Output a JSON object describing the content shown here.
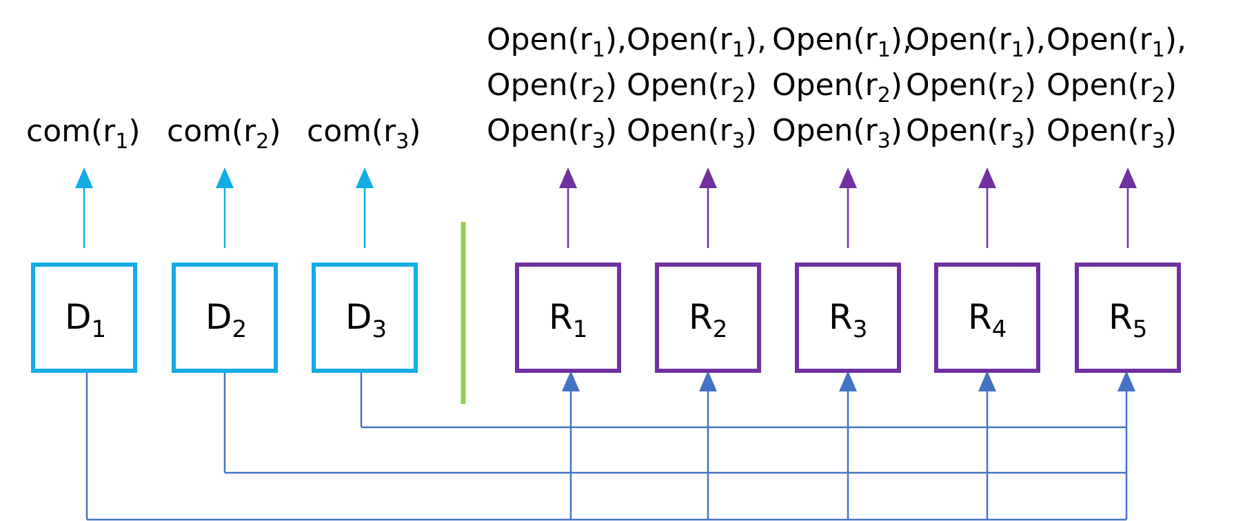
{
  "colors": {
    "dealer": "#12ace6",
    "receiver": "#7030a0",
    "wire": "#4472c4",
    "divider": "#92d050",
    "text": "#000000"
  },
  "dealers": [
    {
      "name": "D",
      "sub": "1",
      "out_pre": "com(r",
      "out_sub": "1",
      "out_post": ")"
    },
    {
      "name": "D",
      "sub": "2",
      "out_pre": "com(r",
      "out_sub": "2",
      "out_post": ")"
    },
    {
      "name": "D",
      "sub": "3",
      "out_pre": "com(r",
      "out_sub": "3",
      "out_post": ")"
    }
  ],
  "receivers": [
    {
      "name": "R",
      "sub": "1",
      "lines": [
        {
          "pre": "Open(r",
          "sub": "1",
          "post": "),"
        },
        {
          "pre": "Open(r",
          "sub": "2",
          "post": ")"
        },
        {
          "pre": "Open(r",
          "sub": "3",
          "post": ")"
        }
      ]
    },
    {
      "name": "R",
      "sub": "2",
      "lines": [
        {
          "pre": "Open(r",
          "sub": "1",
          "post": "),"
        },
        {
          "pre": "Open(r",
          "sub": "2",
          "post": ")"
        },
        {
          "pre": "Open(r",
          "sub": "3",
          "post": ")"
        }
      ]
    },
    {
      "name": "R",
      "sub": "3",
      "lines": [
        {
          "pre": "Open(r",
          "sub": "1",
          "post": "),"
        },
        {
          "pre": "Open(r",
          "sub": "2",
          "post": ")"
        },
        {
          "pre": "Open(r",
          "sub": "3",
          "post": ")"
        }
      ]
    },
    {
      "name": "R",
      "sub": "4",
      "lines": [
        {
          "pre": "Open(r",
          "sub": "1",
          "post": "),"
        },
        {
          "pre": "Open(r",
          "sub": "2",
          "post": ")"
        },
        {
          "pre": "Open(r",
          "sub": "3",
          "post": ")"
        }
      ]
    },
    {
      "name": "R",
      "sub": "5",
      "lines": [
        {
          "pre": "Open(r",
          "sub": "1",
          "post": "),"
        },
        {
          "pre": "Open(r",
          "sub": "2",
          "post": ")"
        },
        {
          "pre": "Open(r",
          "sub": "3",
          "post": ")"
        }
      ]
    }
  ]
}
